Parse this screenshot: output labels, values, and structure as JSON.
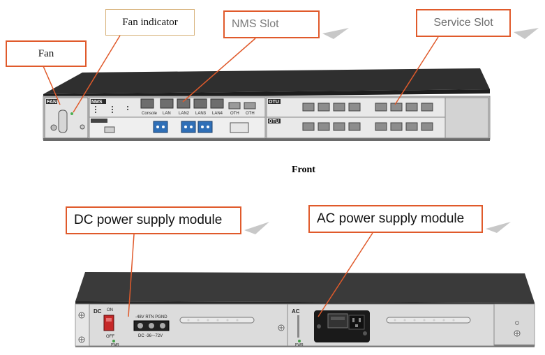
{
  "callouts": {
    "fan": "Fan",
    "fan_indicator": "Fan indicator",
    "nms_slot": "NMS Slot",
    "service_slot": "Service Slot",
    "dc_module": "DC power supply module",
    "ac_module": "AC power supply module"
  },
  "captions": {
    "front": "Front"
  },
  "front_panel": {
    "fan_label": "FAN",
    "nms_label": "NMS",
    "otu_label_top": "OTU",
    "otu_label_bottom": "OTU",
    "console_label": "Console",
    "port_labels": [
      "LAN",
      "LAN2",
      "LAN3",
      "LAN4",
      "OTH",
      "OTH"
    ]
  },
  "rear_panel": {
    "dc_label": "DC",
    "dc_on": "ON",
    "dc_off": "OFF",
    "dc_pwr": "PWR",
    "dc_terminals": "-48V  RTN  PGND",
    "dc_voltage": "DC -36~-72V",
    "ac_label": "AC",
    "ac_pwr": "PWR"
  },
  "colors": {
    "callout_border": "#e05a2b",
    "chassis": "#3a3a3a",
    "panel": "#d9d9d9"
  }
}
